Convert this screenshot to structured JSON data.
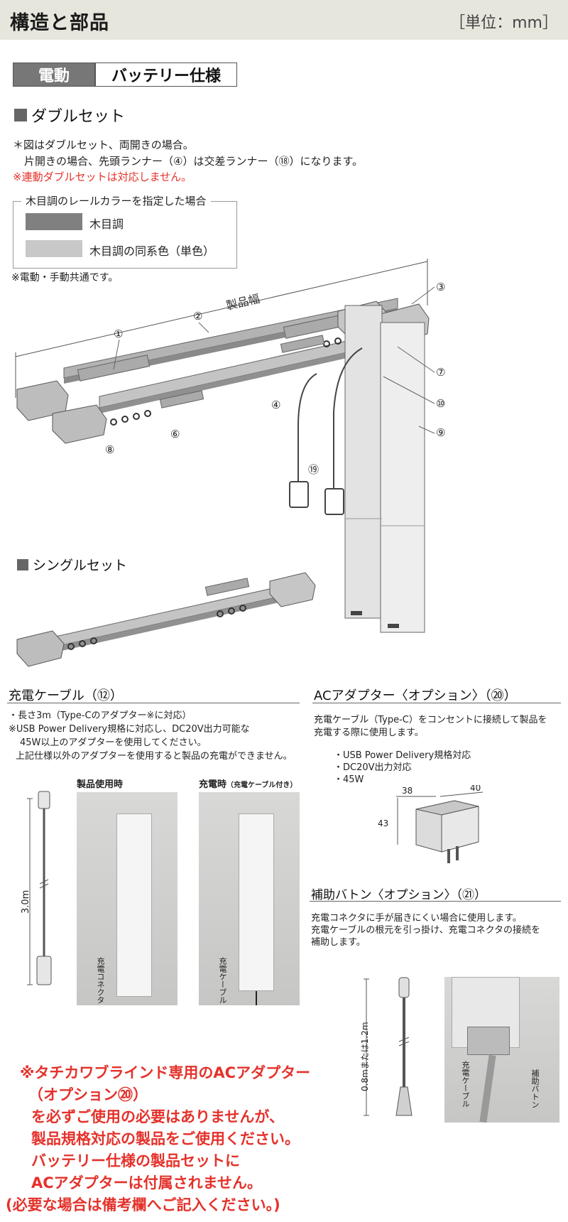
{
  "header": {
    "title": "構造と部品",
    "unit": "［単位：mm］"
  },
  "mode": {
    "active": "電動",
    "spec": "バッテリー仕様"
  },
  "double_set": {
    "heading": "ダブルセット",
    "notes": [
      "＊図はダブルセット、両開きの場合。",
      "片開きの場合、先頭ランナー（④）は交差ランナー（⑱）になります。"
    ],
    "warning": "※連動ダブルセットは対応しません。"
  },
  "legend": {
    "title": "木目調のレールカラーを指定した場合",
    "items": [
      {
        "label": "木目調",
        "color": "#808080"
      },
      {
        "label": "木目調の同系色（単色）",
        "color": "#c8c8c8"
      }
    ]
  },
  "common_note": "※電動・手動共通です。",
  "diagram": {
    "width_label": "製品幅",
    "callouts": [
      "①",
      "②",
      "③",
      "④",
      "⑥",
      "⑦",
      "⑧",
      "⑨",
      "⑩",
      "⑲"
    ]
  },
  "single_set": {
    "heading": "シングルセット"
  },
  "charging_cable": {
    "title": "充電ケーブル（⑫）",
    "notes": [
      "・長さ3m（Type-Cのアダプター※に対応）",
      "※USB Power Delivery規格に対応し、DC20V出力可能な",
      "45W以上のアダプターを使用してください。",
      "上記仕様以外のアダプターを使用すると製品の充電ができません。"
    ],
    "length_label": "3.0m",
    "photo1_caption": "製品使用時",
    "photo2_caption": "充電時",
    "photo2_caption_small": "（充電ケーブル付き）",
    "photo1_label": "充電コネクタ",
    "photo2_label": "充電ケーブル"
  },
  "ac_adapter": {
    "title": "ACアダプター〈オプション〉（⑳）",
    "desc": [
      "充電ケーブル（Type-C）をコンセントに接続して製品を",
      "充電する際に使用します。"
    ],
    "specs": [
      "・USB Power Delivery規格対応",
      "・DC20V出力対応",
      "・45W"
    ],
    "dims": {
      "w1": "38",
      "w2": "40",
      "h": "43"
    }
  },
  "aux_baton": {
    "title": "補助バトン〈オプション〉（㉑）",
    "desc": [
      "充電コネクタに手が届きにくい場合に使用します。",
      "充電ケーブルの根元を引っ掛け、充電コネクタの接続を",
      "補助します。"
    ],
    "length_label": "0.8mまたは1.2m",
    "label_cable": "充電ケーブル",
    "label_baton": "補助バトン"
  },
  "bottom_notice": [
    "※タチカワブラインド専用のACアダプター",
    "（オプション⑳）",
    "を必ずご使用の必要はありませんが、",
    "製品規格対応の製品をご使用ください。",
    "バッテリー仕様の製品セットに",
    "ACアダプターは付属されません。",
    "(必要な場合は備考欄へご記入ください。)"
  ]
}
